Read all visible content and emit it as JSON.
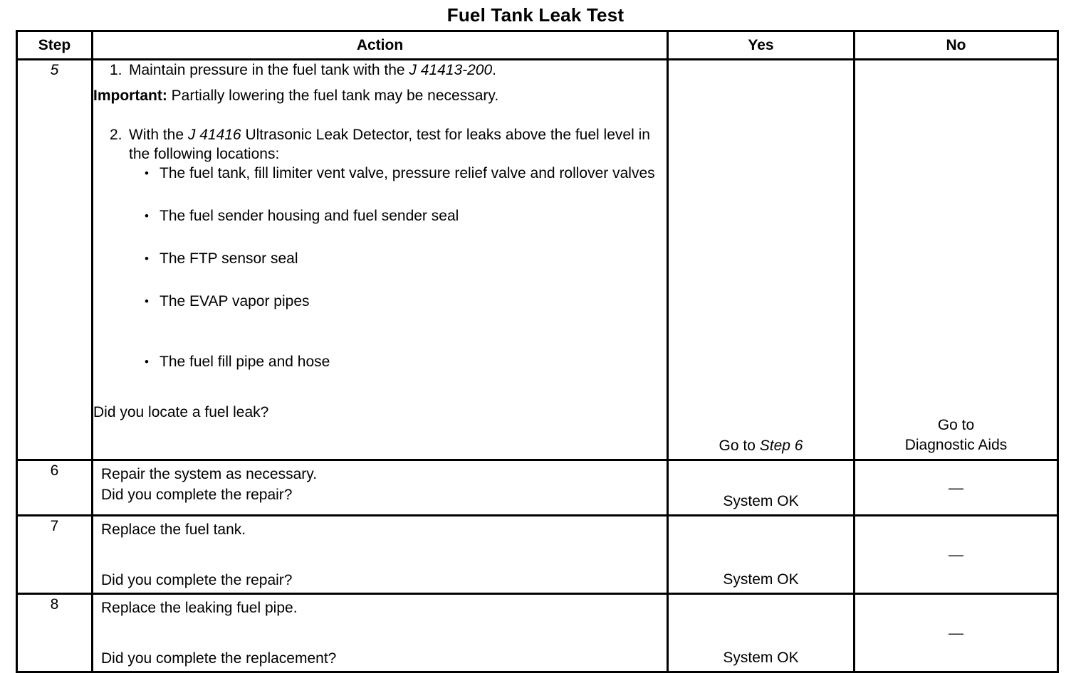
{
  "document": {
    "title": "Fuel Tank Leak Test"
  },
  "table": {
    "headers": {
      "step": "Step",
      "action": "Action",
      "yes": "Yes",
      "no": "No"
    },
    "rows": [
      {
        "step": "5",
        "action": {
          "item1_number": "1.",
          "item1_text_before": "Maintain pressure in the fuel tank with the ",
          "item1_tool": "J 41413-200",
          "item1_text_after": ".",
          "important_label": "Important:",
          "important_text": " Partially lowering the fuel tank may be necessary.",
          "item2_number": "2.",
          "item2_text_before": "With the ",
          "item2_tool": "J 41416",
          "item2_text_after": " Ultrasonic Leak Detector, test for leaks above the fuel level in the following locations:",
          "bullets": [
            "The fuel tank, fill limiter vent valve, pressure relief valve and rollover valves",
            "The fuel sender housing and fuel sender seal",
            "The FTP sensor seal",
            "The EVAP vapor pipes",
            "The fuel fill pipe and hose"
          ],
          "question": "Did you locate a fuel leak?"
        },
        "yes": {
          "prefix": "Go to ",
          "target": "Step 6"
        },
        "no": {
          "line1": "Go to",
          "line2": "Diagnostic Aids"
        }
      },
      {
        "step": "6",
        "action": {
          "instruction": "Repair the system as necessary.",
          "question": "Did you complete the repair?"
        },
        "yes": {
          "text": "System OK"
        },
        "no": {
          "text": "—"
        }
      },
      {
        "step": "7",
        "action": {
          "instruction": "Replace the fuel tank.",
          "question": "Did you complete the repair?"
        },
        "yes": {
          "text": "System OK"
        },
        "no": {
          "text": "—"
        }
      },
      {
        "step": "8",
        "action": {
          "instruction": "Replace the leaking fuel pipe.",
          "question": "Did you complete the replacement?"
        },
        "yes": {
          "text": "System OK"
        },
        "no": {
          "text": "—"
        }
      }
    ]
  },
  "bullet_glyph": "•"
}
